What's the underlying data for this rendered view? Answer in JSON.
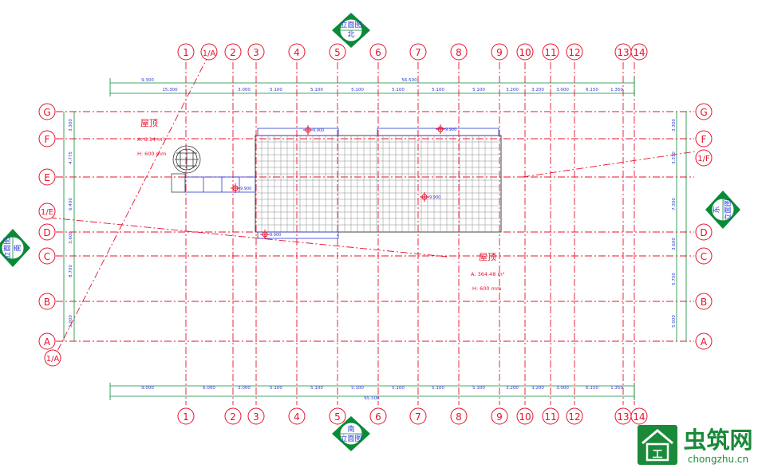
{
  "grid": {
    "columns": [
      {
        "id": "col-1",
        "label": "1"
      },
      {
        "id": "col-1a",
        "label": "1/A"
      },
      {
        "id": "col-2",
        "label": "2"
      },
      {
        "id": "col-3",
        "label": "3"
      },
      {
        "id": "col-4",
        "label": "4"
      },
      {
        "id": "col-5",
        "label": "5"
      },
      {
        "id": "col-6",
        "label": "6"
      },
      {
        "id": "col-7",
        "label": "7"
      },
      {
        "id": "col-8",
        "label": "8"
      },
      {
        "id": "col-9",
        "label": "9"
      },
      {
        "id": "col-10",
        "label": "10"
      },
      {
        "id": "col-11",
        "label": "11"
      },
      {
        "id": "col-12",
        "label": "12"
      },
      {
        "id": "col-13",
        "label": "13"
      },
      {
        "id": "col-14",
        "label": "14"
      }
    ],
    "rows": [
      {
        "id": "row-g",
        "label": "G"
      },
      {
        "id": "row-f",
        "label": "F"
      },
      {
        "id": "row-e",
        "label": "E"
      },
      {
        "id": "row-d",
        "label": "D"
      },
      {
        "id": "row-c",
        "label": "C"
      },
      {
        "id": "row-b",
        "label": "B"
      },
      {
        "id": "row-a",
        "label": "A"
      }
    ],
    "extra_labels": {
      "left_1e": "1/E",
      "left_1a": "1/A",
      "right_1f": "1/F"
    }
  },
  "dimensions": {
    "top_overall": {
      "left": "9.300",
      "total": "56.500"
    },
    "top_segments": [
      "15.300",
      "3.000",
      "5.100",
      "5.100",
      "5.100",
      "5.100",
      "5.100",
      "5.100",
      "3.200",
      "3.200",
      "3.000",
      "6.150",
      "1.350"
    ],
    "bottom_segments": [
      "9.000",
      "6.000",
      "3.000",
      "5.100",
      "5.100",
      "5.100",
      "5.100",
      "5.100",
      "5.100",
      "3.200",
      "3.200",
      "3.000",
      "6.150",
      "1.350"
    ],
    "bottom_total": "65.500",
    "left_vertical": [
      "3.300",
      "4.775",
      "6.400",
      "3.600",
      "8.700",
      "5.000"
    ],
    "right_vertical": [
      "3.300",
      "3.330",
      "7.300",
      "3.600",
      "5.700",
      "5.000"
    ]
  },
  "roofs": {
    "small": {
      "name": "屋顶",
      "area": "A: 8.14 m²",
      "height": "H: 600 mm"
    },
    "large": {
      "name": "屋顶",
      "area": "A: 364.48 m²",
      "height": "H: 600 mm"
    }
  },
  "elevations": [
    {
      "id": "el-1",
      "value": "9.900"
    },
    {
      "id": "el-2",
      "value": "9.900"
    },
    {
      "id": "el-3",
      "value": "9.900"
    },
    {
      "id": "el-4",
      "value": "9.900"
    },
    {
      "id": "el-5",
      "value": "9.900"
    }
  ],
  "elevation_markers": {
    "north": {
      "line1": "立面图",
      "line2": "北"
    },
    "south": {
      "line1": "南",
      "line2": "立面图"
    },
    "east": {
      "line1": "东",
      "line2": "立面图"
    },
    "west": {
      "line1": "立面图",
      "line2": "南"
    }
  },
  "watermark": {
    "brand": "虫筑网",
    "url": "chongzhu.cn"
  },
  "colors": {
    "grid": "#e8112d",
    "dimension": "#2b3bd6",
    "elevation_marker": "#0a8a38",
    "brand": "#1a8a3a"
  }
}
